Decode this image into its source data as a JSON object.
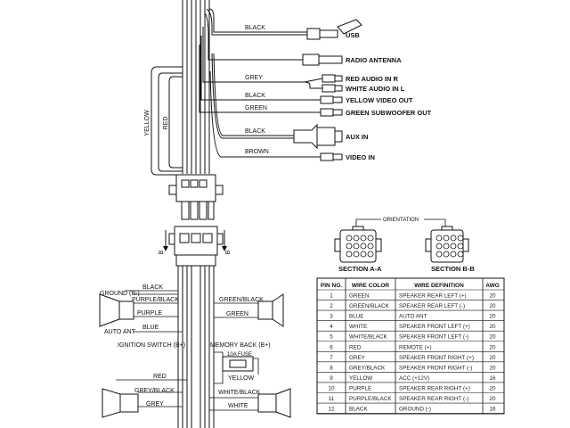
{
  "harness": {
    "vertical_labels": [
      "YELLOW",
      "RED"
    ]
  },
  "top_connections": [
    {
      "wire_color": "BLACK",
      "device": "USB"
    },
    {
      "wire_color": "",
      "device": "RADIO ANTENNA"
    },
    {
      "wire_color": "GREY",
      "device": "RED AUDIO IN R"
    },
    {
      "wire_color": "",
      "device": "WHITE AUDIO IN L"
    },
    {
      "wire_color": "BLACK",
      "device": "YELLOW VIDEO OUT"
    },
    {
      "wire_color": "GREEN",
      "device": "GREEN SUBWOOFER OUT"
    },
    {
      "wire_color": "BLACK",
      "device": "AUX IN"
    },
    {
      "wire_color": "BROWN",
      "device": "VIDEO IN"
    }
  ],
  "connector_labels": {
    "b_left": "B",
    "b_right": "B"
  },
  "left_wires": {
    "speaker_top": [
      "BLACK",
      "PURPLE/BLACK",
      "PURPLE",
      "BLUE"
    ],
    "ground": "GROUND (B-)",
    "auto_ant": "AUTO ANT",
    "ignition": "IGNITION SWITCH (B+)",
    "speaker_bottom": [
      "RED",
      "GREY/BLACK",
      "GREY"
    ]
  },
  "right_wires": {
    "speaker_top": [
      "GREEN/BLACK",
      "GREEN"
    ],
    "memory_back": "MEMORY BACK (B+)",
    "fuse": "10A FUSE",
    "yellow": "YELLOW",
    "speaker_bottom": [
      "WHITE/BLACK",
      "WHITE"
    ]
  },
  "orientation": {
    "label": "ORIENTATION",
    "section_a": "SECTION A-A",
    "section_b": "SECTION B-B"
  },
  "pin_table": {
    "headers": [
      "PIN NO.",
      "WIRE COLOR",
      "WIRE DEFINITION",
      "AWG"
    ],
    "rows": [
      [
        "1",
        "GREEN",
        "SPEAKER REAR LEFT (+)",
        "20"
      ],
      [
        "2",
        "GREEN/BLACK",
        "SPEAKER REAR LEFT (-)",
        "20"
      ],
      [
        "3",
        "BLUE",
        "AUTO ANT",
        "20"
      ],
      [
        "4",
        "WHITE",
        "SPEAKER FRONT LEFT (+)",
        "20"
      ],
      [
        "5",
        "WHITE/BLACK",
        "SPEAKER FRONT LEFT (-)",
        "20"
      ],
      [
        "6",
        "RED",
        "REMOTE (+)",
        "20"
      ],
      [
        "7",
        "GREY",
        "SPEAKER FRONT RIGHT (+)",
        "20"
      ],
      [
        "8",
        "GREY/BLACK",
        "SPEAKER FRONT RIGHT (-)",
        "20"
      ],
      [
        "9",
        "YELLOW",
        "ACC (+12V)",
        "16"
      ],
      [
        "10",
        "PURPLE",
        "SPEAKER REAR RIGHT (+)",
        "20"
      ],
      [
        "11",
        "PURPLE/BLACK",
        "SPEAKER REAR RIGHT (-)",
        "20"
      ],
      [
        "12",
        "BLACK",
        "GROUND (-)",
        "16"
      ]
    ]
  }
}
